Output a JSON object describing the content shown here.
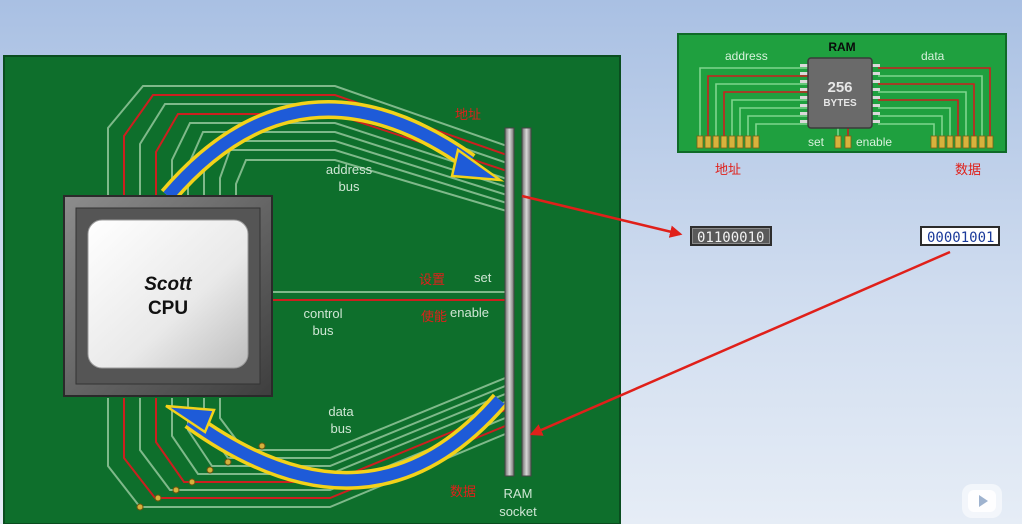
{
  "cpu": {
    "name_line1": "Scott",
    "name_line2": "CPU"
  },
  "buses": {
    "address_line1": "address",
    "address_line2": "bus",
    "control_line1": "control",
    "control_line2": "bus",
    "data_line1": "data",
    "data_line2": "bus",
    "set_label": "set",
    "enable_label": "enable"
  },
  "ram_socket": {
    "line1": "RAM",
    "line2": "socket"
  },
  "annotations": {
    "address_cn": "地址",
    "set_cn": "设置",
    "enable_cn": "使能",
    "data_cn": "数据"
  },
  "ram_chip": {
    "title": "RAM",
    "address_label": "address",
    "data_label": "data",
    "set_label": "set",
    "enable_label": "enable",
    "size": "256",
    "unit": "BYTES",
    "address_cn": "地址",
    "data_cn": "数据"
  },
  "registers": {
    "address_value": "01100010",
    "data_value": "00001001"
  },
  "colors": {
    "board_green": "#0e6f2c",
    "wire_red": "#cc1f1f",
    "wire_green": "#7fb98a",
    "arrow_blue": "#1e5bd8",
    "arrow_yellow": "#f3d21a",
    "annotation_red": "#e0201a"
  },
  "icons": {
    "play": "play-icon"
  }
}
